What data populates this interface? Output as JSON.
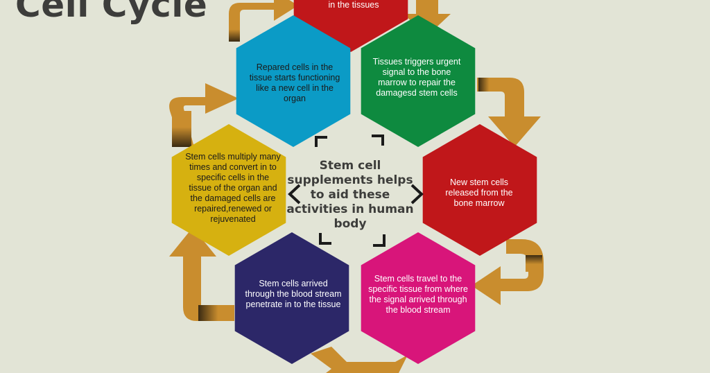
{
  "title": "Cell Cycle",
  "center_text": "Stem cell supplements helps to aid these activities in human body",
  "steps": [
    {
      "id": "top",
      "text": "in the tissues",
      "color": "#c0171a",
      "text_color": "#ffffff"
    },
    {
      "id": "green",
      "text": "Tissues triggers urgent signal to the bone marrow to repair the damagesd stem cells",
      "color": "#0e8a3f",
      "text_color": "#ffffff"
    },
    {
      "id": "red",
      "text": "New stem cells released from the bone marrow",
      "color": "#c0171a",
      "text_color": "#ffffff"
    },
    {
      "id": "magenta",
      "text": "Stem cells travel to the specific tissue from where the signal arrived through the blood stream",
      "color": "#d8157a",
      "text_color": "#ffffff"
    },
    {
      "id": "navy",
      "text": "Stem cells arrived through the blood stream penetrate in to the tissue",
      "color": "#2c2768",
      "text_color": "#ffffff"
    },
    {
      "id": "yellow",
      "text": "Stem cells multiply many times and convert in to specific cells in the tissue  of the organ and the damaged cells are repaired,renewed or rejuvenated",
      "color": "#d6b110",
      "text_color": "#1a1a1a"
    },
    {
      "id": "blue",
      "text": "Repared cells in the tissue starts functioning like a new cell in the organ",
      "color": "#0b9bc6",
      "text_color": "#1a1a1a"
    }
  ],
  "colors": {
    "background": "#e2e4d6",
    "arrow": "#c98d2e",
    "arrow_shade": "#3a2a12",
    "title": "#3d3d3b"
  }
}
